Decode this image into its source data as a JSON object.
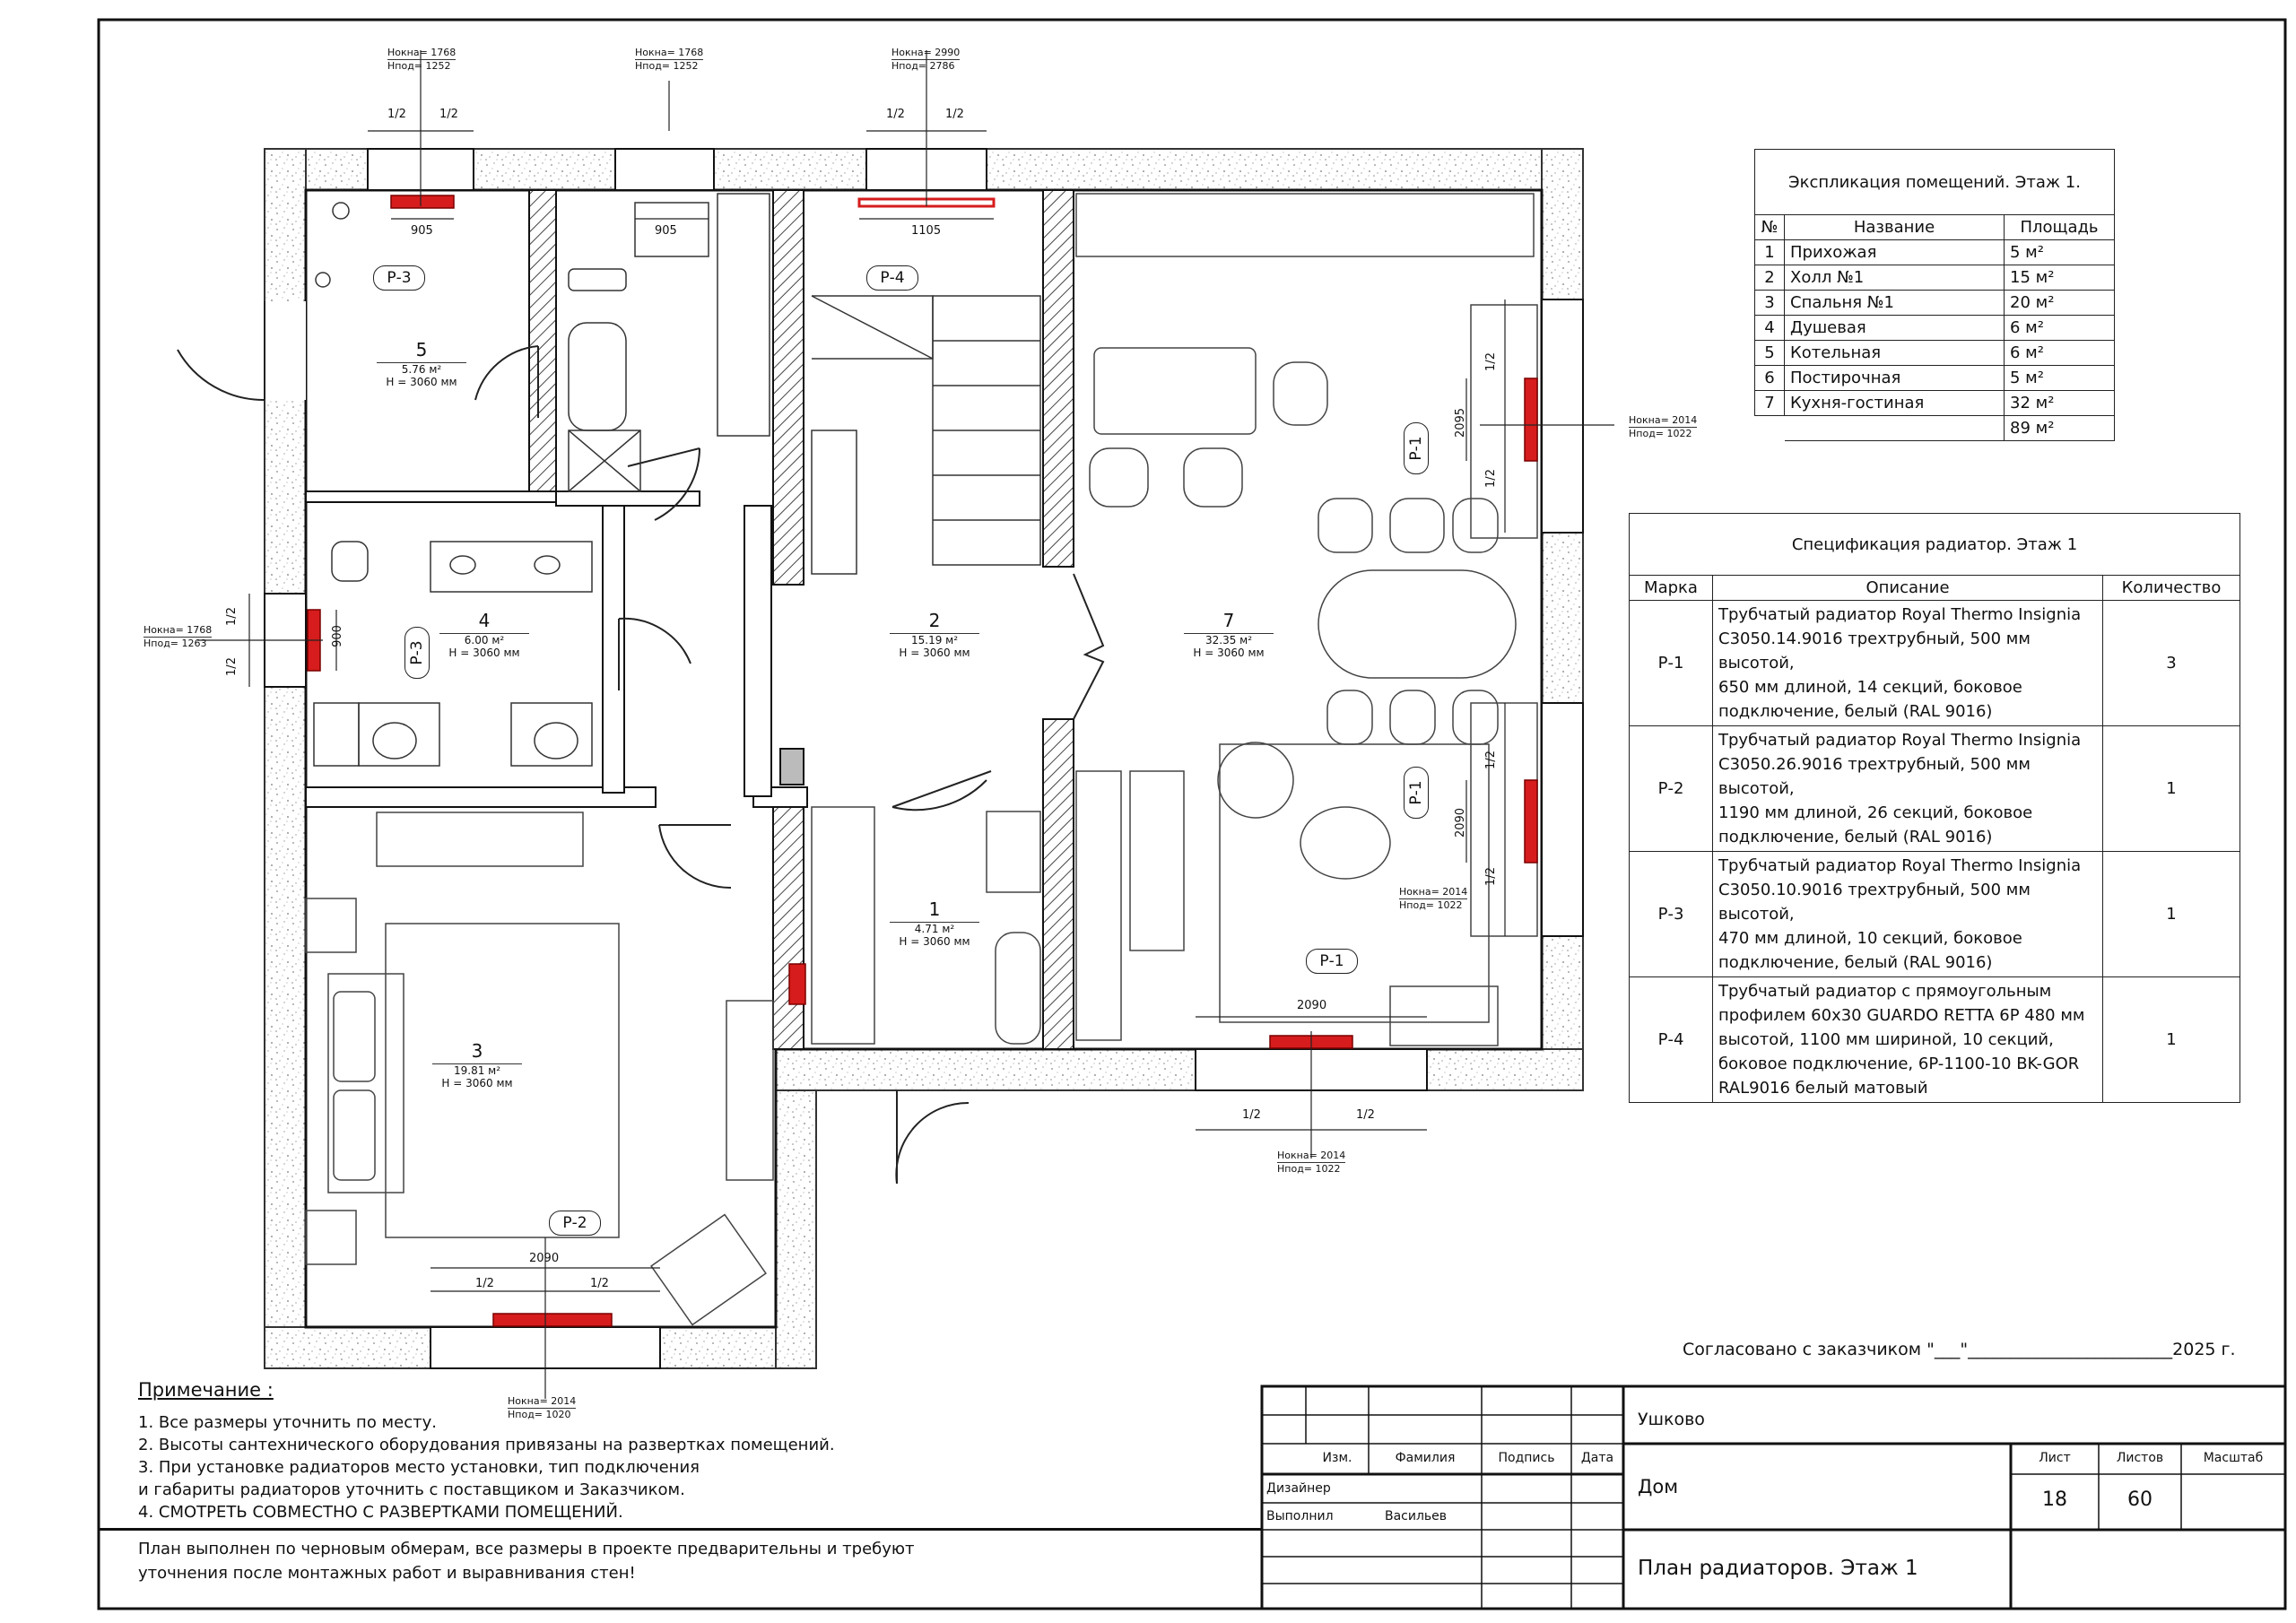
{
  "explication": {
    "title": "Экспликация помещений. Этаж 1.",
    "headers": [
      "№",
      "Название",
      "Площадь"
    ],
    "rows": [
      {
        "n": "1",
        "name": "Прихожая",
        "area": "5 м²"
      },
      {
        "n": "2",
        "name": "Холл №1",
        "area": "15 м²"
      },
      {
        "n": "3",
        "name": "Спальня №1",
        "area": "20 м²"
      },
      {
        "n": "4",
        "name": "Душевая",
        "area": "6 м²"
      },
      {
        "n": "5",
        "name": "Котельная",
        "area": "6 м²"
      },
      {
        "n": "6",
        "name": "Постирочная",
        "area": "5 м²"
      },
      {
        "n": "7",
        "name": "Кухня-гостиная",
        "area": "32 м²"
      }
    ],
    "total": "89 м²"
  },
  "spec": {
    "title": "Спецификация радиатор. Этаж 1",
    "headers": [
      "Марка",
      "Описание",
      "Количество"
    ],
    "rows": [
      {
        "mark": "Р-1",
        "desc": [
          "Трубчатый радиатор Royal Thermo Insignia",
          "С3050.14.9016 трехтрубный, 500 мм высотой,",
          "650 мм длиной, 14 секций, боковое",
          "подключение, белый (RAL 9016)"
        ],
        "qty": "3"
      },
      {
        "mark": "Р-2",
        "desc": [
          "Трубчатый радиатор Royal Thermo Insignia",
          "С3050.26.9016 трехтрубный, 500 мм высотой,",
          "1190 мм длиной, 26 секций, боковое",
          "подключение, белый (RAL 9016)"
        ],
        "qty": "1"
      },
      {
        "mark": "Р-3",
        "desc": [
          "Трубчатый радиатор Royal Thermo Insignia",
          "С3050.10.9016 трехтрубный, 500 мм высотой,",
          "470 мм длиной, 10 секций, боковое",
          "подключение, белый (RAL 9016)"
        ],
        "qty": "1"
      },
      {
        "mark": "Р-4",
        "desc": [
          "Трубчатый радиатор с прямоугольным",
          "профилем 60х30 GUARDO RETTA 6P 480 мм",
          "высотой, 1100 мм шириной, 10 секций,",
          "боковое подключение, 6P-1100-10 BK-GOR",
          "RAL9016 белый матовый"
        ],
        "qty": "1"
      }
    ]
  },
  "agreement": "Согласовано с заказчиком \"___\"________________________2025 г.",
  "notes": {
    "title": "Примечание :",
    "lines": [
      "1. Все размеры уточнить по месту.",
      "2. Высоты сантехнического оборудования привязаны на развертках помещений.",
      "3. При установке радиаторов место установки, тип подключения",
      "и габариты радиаторов уточнить с поставщиком и Заказчиком.",
      "4. СМОТРЕТЬ СОВМЕСТНО С РАЗВЕРТКАМИ ПОМЕЩЕНИЙ."
    ],
    "footer": [
      "План выполнен по черновым обмерам, все размеры в проекте предварительны и требуют",
      "уточнения после монтажных работ и выравнивания стен!"
    ]
  },
  "title_block": {
    "headers": [
      "Изм.",
      "Фамилия",
      "Подпись",
      "Дата"
    ],
    "designer_label": "Дизайнер",
    "performer_label": "Выполнил",
    "performer_name": "Васильев",
    "location": "Ушково",
    "object": "Дом",
    "sheet_title": "План радиаторов. Этаж 1",
    "sheet_label": "Лист",
    "sheets_label": "Листов",
    "scale_label": "Масштаб",
    "sheet": "18",
    "sheets": "60",
    "scale": ""
  },
  "rooms": [
    {
      "num": "1",
      "area": "4.71 м²",
      "height": "H = 3060 мм"
    },
    {
      "num": "2",
      "area": "15.19 м²",
      "height": "H = 3060 мм"
    },
    {
      "num": "3",
      "area": "19.81 м²",
      "height": "H = 3060 мм"
    },
    {
      "num": "4",
      "area": "6.00 м²",
      "height": "H = 3060 мм"
    },
    {
      "num": "5",
      "area": "5.76 м²",
      "height": "H = 3060 мм"
    },
    {
      "num": "7",
      "area": "32.35 м²",
      "height": "H = 3060 мм"
    }
  ],
  "radiator_tags": [
    "Р-1",
    "Р-1",
    "Р-1",
    "Р-2",
    "Р-3",
    "Р-3",
    "Р-4"
  ],
  "dims": {
    "d905a": "905",
    "d905b": "905",
    "d1105": "1105",
    "d900": "900",
    "d2095": "2095",
    "d2090a": "2090",
    "d2090b": "2090",
    "d2090c": "2090",
    "half": "1/2"
  },
  "window_marks": [
    {
      "okna": "Hокна= 1768",
      "pod": "Hпод= 1252"
    },
    {
      "okna": "Hокна= 1768",
      "pod": "Hпод= 1252"
    },
    {
      "okna": "Hокна= 2990",
      "pod": "Hпод= 2786"
    },
    {
      "okna": "Hокна= 2014",
      "pod": "Hпод= 1022"
    },
    {
      "okna": "Hокна= 1768",
      "pod": "Hпод= 1263"
    },
    {
      "okna": "Hокна= 2014",
      "pod": "Hпод= 1022"
    },
    {
      "okna": "Hокна= 2014",
      "pod": "Hпод= 1022"
    },
    {
      "okna": "Hокна= 2014",
      "pod": "Hпод= 1020"
    }
  ],
  "colors": {
    "line": "#222222",
    "radiator": "#d61c1c",
    "wall_fill": "#ffffff",
    "hatch": "#555555"
  }
}
